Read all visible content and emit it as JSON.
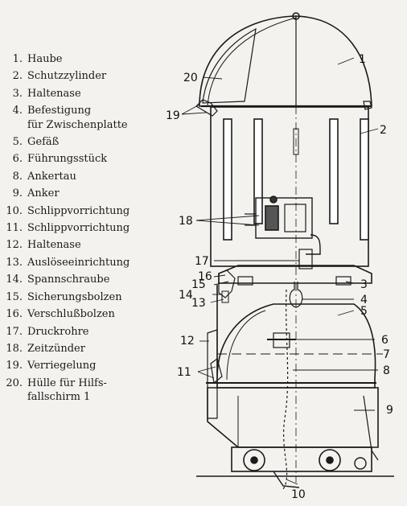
{
  "legend": [
    {
      "num": "1.",
      "text": "Haube"
    },
    {
      "num": "2.",
      "text": "Schutzzylinder"
    },
    {
      "num": "3.",
      "text": "Haltenase"
    },
    {
      "num": "4.",
      "text": "Befestigung",
      "cont": "für Zwischenplatte"
    },
    {
      "num": "5.",
      "text": "Gefäß"
    },
    {
      "num": "6.",
      "text": "Führungsstück"
    },
    {
      "num": "8.",
      "text": "Ankertau"
    },
    {
      "num": "9.",
      "text": "Anker"
    },
    {
      "num": "10.",
      "text": "Schlippvorrichtung"
    },
    {
      "num": "11.",
      "text": "Schlippvorrichtung"
    },
    {
      "num": "12.",
      "text": "Haltenase"
    },
    {
      "num": "13.",
      "text": "Auslöseeinrichtung"
    },
    {
      "num": "14.",
      "text": "Spannschraube"
    },
    {
      "num": "15.",
      "text": "Sicherungsbolzen"
    },
    {
      "num": "16.",
      "text": "Verschlußbolzen"
    },
    {
      "num": "17.",
      "text": "Druckrohre"
    },
    {
      "num": "18.",
      "text": "Zeitzünder"
    },
    {
      "num": "19.",
      "text": "Verriegelung"
    },
    {
      "num": "20.",
      "text": "Hülle für Hilfs-",
      "cont": "fallschirm 1"
    }
  ],
  "callouts": {
    "c1": "1",
    "c2": "2",
    "c3": "3",
    "c4": "4",
    "c5": "5",
    "c6": "6",
    "c7": "7",
    "c8": "8",
    "c9": "9",
    "c10": "10",
    "c11": "11",
    "c12": "12",
    "c13": "13",
    "c14": "14",
    "c15": "15",
    "c16": "16",
    "c17": "17",
    "c18": "18",
    "c19": "19",
    "c20": "20"
  }
}
